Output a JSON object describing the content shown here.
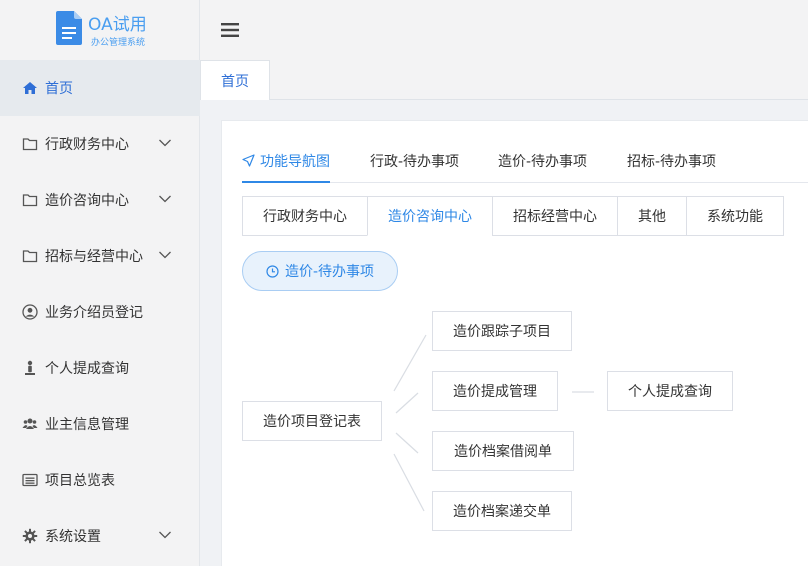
{
  "app": {
    "title": "OA试用",
    "subtitle": "办公管理系统",
    "brand_color": "#4a9ef0",
    "accent_color": "#2f88e6"
  },
  "sidebar": {
    "items": [
      {
        "label": "首页",
        "icon": "home-icon",
        "active": true,
        "has_children": false
      },
      {
        "label": "行政财务中心",
        "icon": "folder-icon",
        "active": false,
        "has_children": true
      },
      {
        "label": "造价咨询中心",
        "icon": "folder-icon",
        "active": false,
        "has_children": true
      },
      {
        "label": "招标与经营中心",
        "icon": "folder-icon",
        "active": false,
        "has_children": true
      },
      {
        "label": "业务介绍员登记",
        "icon": "user-circle-icon",
        "active": false,
        "has_children": false
      },
      {
        "label": "个人提成查询",
        "icon": "person-icon",
        "active": false,
        "has_children": false
      },
      {
        "label": "业主信息管理",
        "icon": "users-icon",
        "active": false,
        "has_children": false
      },
      {
        "label": "项目总览表",
        "icon": "list-icon",
        "active": false,
        "has_children": false
      },
      {
        "label": "系统设置",
        "icon": "gear-icon",
        "active": false,
        "has_children": true
      }
    ]
  },
  "header": {
    "menu_icon": "hamburger-icon"
  },
  "page_tabs": [
    {
      "label": "首页",
      "active": true
    }
  ],
  "nav_tabs": [
    {
      "label": "功能导航图",
      "icon": "send-icon",
      "active": true
    },
    {
      "label": "行政-待办事项",
      "active": false
    },
    {
      "label": "造价-待办事项",
      "active": false
    },
    {
      "label": "招标-待办事项",
      "active": false
    }
  ],
  "sub_tabs": [
    {
      "label": "行政财务中心",
      "active": false
    },
    {
      "label": "造价咨询中心",
      "active": true
    },
    {
      "label": "招标经营中心",
      "active": false
    },
    {
      "label": "其他",
      "active": false
    },
    {
      "label": "系统功能",
      "active": false
    }
  ],
  "pill": {
    "label": "造价-待办事项",
    "icon": "clock-icon"
  },
  "flow": {
    "root": "造价项目登记表",
    "children": [
      "造价跟踪子项目",
      "造价提成管理",
      "造价档案借阅单",
      "造价档案递交单"
    ],
    "leaf": "个人提成查询"
  }
}
